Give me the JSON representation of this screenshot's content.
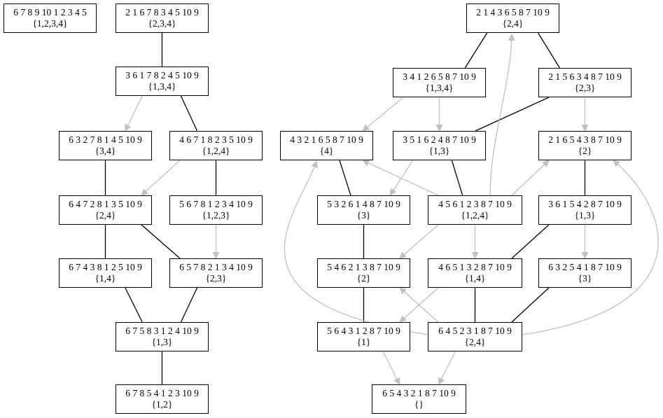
{
  "nodes": [
    {
      "id": "n1",
      "perm": "6 7 8 9 10 1 2 3 4 5",
      "set": "{1,2,3,4}"
    },
    {
      "id": "n2",
      "perm": "2 1 6 7 8 3 4 5 10 9",
      "set": "{2,3,4}"
    },
    {
      "id": "n3",
      "perm": "3 6 1 7 8 2 4 5 10 9",
      "set": "{1,3,4}"
    },
    {
      "id": "n4",
      "perm": "6 3 2 7 8 1 4 5 10 9",
      "set": "{3,4}"
    },
    {
      "id": "n5",
      "perm": "4 6 7 1 8 2 3 5 10 9",
      "set": "{1,2,4}"
    },
    {
      "id": "n6",
      "perm": "6 4 7 2 8 1 3 5 10 9",
      "set": "{2,4}"
    },
    {
      "id": "n7",
      "perm": "5 6 7 8 1 2 3 4 10 9",
      "set": "{1,2,3}"
    },
    {
      "id": "n8",
      "perm": "6 7 4 3 8 1 2 5 10 9",
      "set": "{1,4}"
    },
    {
      "id": "n9",
      "perm": "6 5 7 8 2 1 3 4 10 9",
      "set": "{2,3}"
    },
    {
      "id": "n10",
      "perm": "6 7 5 8 3 1 2 4 10 9",
      "set": "{1,3}"
    },
    {
      "id": "n11",
      "perm": "6 7 8 5 4 1 2 3 10 9",
      "set": "{1,2}"
    },
    {
      "id": "m1",
      "perm": "2 1 4 3 6 5 8 7 10 9",
      "set": "{2,4}"
    },
    {
      "id": "m2",
      "perm": "3 4 1 2 6 5 8 7 10 9",
      "set": "{1,3,4}"
    },
    {
      "id": "m3",
      "perm": "2 1 5 6 3 4 8 7 10 9",
      "set": "{2,3}"
    },
    {
      "id": "m4",
      "perm": "4 3 2 1 6 5 8 7 10 9",
      "set": "{4}"
    },
    {
      "id": "m5",
      "perm": "3 5 1 6 2 4 8 7 10 9",
      "set": "{1,3}"
    },
    {
      "id": "m6",
      "perm": "2 1 6 5 4 3 8 7 10 9",
      "set": "{2}"
    },
    {
      "id": "m7",
      "perm": "5 3 2 6 1 4 8 7 10 9",
      "set": "{3}"
    },
    {
      "id": "m8",
      "perm": "4 5 6 1 2 3 8 7 10 9",
      "set": "{1,2,4}"
    },
    {
      "id": "m9",
      "perm": "3 6 1 5 4 2 8 7 10 9",
      "set": "{1,3}"
    },
    {
      "id": "m10",
      "perm": "5 4 6 2 1 3 8 7 10 9",
      "set": "{2}"
    },
    {
      "id": "m11",
      "perm": "4 6 5 1 3 2 8 7 10 9",
      "set": "{1,4}"
    },
    {
      "id": "m12",
      "perm": "6 3 2 5 4 1 8 7 10 9",
      "set": "{3}"
    },
    {
      "id": "m13",
      "perm": "5 6 4 3 1 2 8 7 10 9",
      "set": "{1}"
    },
    {
      "id": "m14",
      "perm": "6 4 5 2 3 1 8 7 10 9",
      "set": "{2,4}"
    },
    {
      "id": "m15",
      "perm": "6 5 4 3 2 1 8 7 10 9",
      "set": "{}"
    }
  ],
  "edges": [
    {
      "from": "n2",
      "to": "n3",
      "kind": "line"
    },
    {
      "from": "n3",
      "to": "n4",
      "kind": "arrow"
    },
    {
      "from": "n3",
      "to": "n5",
      "kind": "line"
    },
    {
      "from": "n4",
      "to": "n6",
      "kind": "line"
    },
    {
      "from": "n5",
      "to": "n6",
      "kind": "arrow"
    },
    {
      "from": "n5",
      "to": "n7",
      "kind": "line"
    },
    {
      "from": "n6",
      "to": "n8",
      "kind": "line"
    },
    {
      "from": "n6",
      "to": "n9",
      "kind": "line"
    },
    {
      "from": "n7",
      "to": "n9",
      "kind": "arrow"
    },
    {
      "from": "n8",
      "to": "n10",
      "kind": "line"
    },
    {
      "from": "n9",
      "to": "n10",
      "kind": "line"
    },
    {
      "from": "n10",
      "to": "n11",
      "kind": "line"
    },
    {
      "from": "m1",
      "to": "m2",
      "kind": "line"
    },
    {
      "from": "m1",
      "to": "m3",
      "kind": "line"
    },
    {
      "from": "m2",
      "to": "m4",
      "kind": "arrow"
    },
    {
      "from": "m2",
      "to": "m5",
      "kind": "arrow"
    },
    {
      "from": "m3",
      "to": "m5",
      "kind": "line"
    },
    {
      "from": "m3",
      "to": "m6",
      "kind": "arrow"
    },
    {
      "from": "m4",
      "to": "m7",
      "kind": "line"
    },
    {
      "from": "m5",
      "to": "m7",
      "kind": "arrow"
    },
    {
      "from": "m5",
      "to": "m8",
      "kind": "line"
    },
    {
      "from": "m6",
      "to": "m9",
      "kind": "line"
    },
    {
      "from": "m8",
      "to": "m4",
      "kind": "arrow"
    },
    {
      "from": "m8",
      "to": "m6",
      "kind": "arrow"
    },
    {
      "from": "m8",
      "to": "m1",
      "kind": "arrow-curve"
    },
    {
      "from": "m7",
      "to": "m10",
      "kind": "line"
    },
    {
      "from": "m8",
      "to": "m10",
      "kind": "arrow"
    },
    {
      "from": "m8",
      "to": "m11",
      "kind": "arrow"
    },
    {
      "from": "m9",
      "to": "m11",
      "kind": "line"
    },
    {
      "from": "m9",
      "to": "m12",
      "kind": "arrow"
    },
    {
      "from": "m10",
      "to": "m13",
      "kind": "line"
    },
    {
      "from": "m11",
      "to": "m13",
      "kind": "arrow"
    },
    {
      "from": "m11",
      "to": "m14",
      "kind": "line"
    },
    {
      "from": "m12",
      "to": "m14",
      "kind": "line"
    },
    {
      "from": "m14",
      "to": "m10",
      "kind": "arrow"
    },
    {
      "from": "m14",
      "to": "m4",
      "kind": "arrow-curve"
    },
    {
      "from": "m14",
      "to": "m6",
      "kind": "arrow-curve"
    },
    {
      "from": "m13",
      "to": "m15",
      "kind": "arrow"
    },
    {
      "from": "m14",
      "to": "m15",
      "kind": "arrow"
    }
  ],
  "colors": {
    "line": "#000000",
    "arrow": "#c0c0c0",
    "border": "#000000",
    "background": "#ffffff"
  }
}
